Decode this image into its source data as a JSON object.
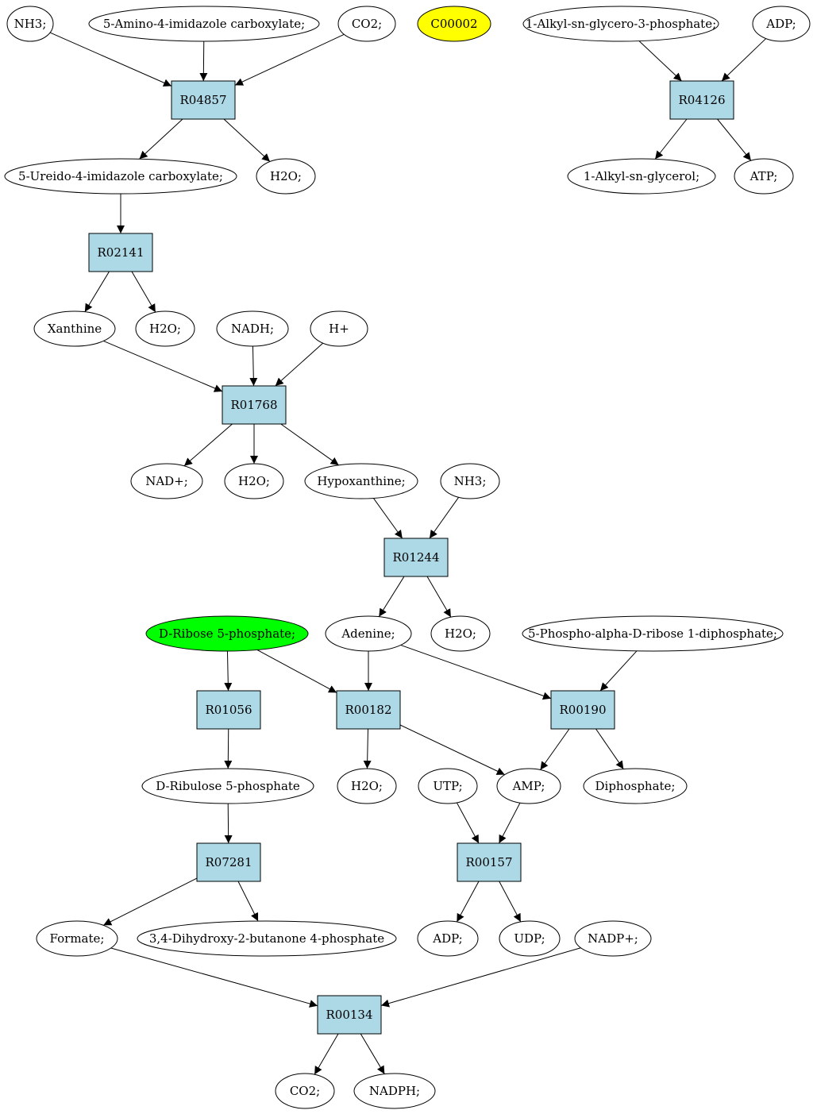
{
  "colors": {
    "reaction_fill": "#add8e6",
    "compound_fill": "#ffffff",
    "yellow_fill": "#ffff00",
    "green_fill": "#00ff00",
    "stroke": "#000000"
  },
  "nodes": [
    {
      "id": "nh3_a",
      "label": "NH3;",
      "kind": "compound"
    },
    {
      "id": "amino_imid",
      "label": "5-Amino-4-imidazole carboxylate;",
      "kind": "compound"
    },
    {
      "id": "co2_a",
      "label": "CO2;",
      "kind": "compound"
    },
    {
      "id": "c00002",
      "label": "C00002",
      "kind": "compound",
      "fill": "yellow"
    },
    {
      "id": "alkyl_glycero3p",
      "label": "1-Alkyl-sn-glycero-3-phosphate;",
      "kind": "compound"
    },
    {
      "id": "adp_a",
      "label": "ADP;",
      "kind": "compound"
    },
    {
      "id": "R04857",
      "label": "R04857",
      "kind": "reaction"
    },
    {
      "id": "R04126",
      "label": "R04126",
      "kind": "reaction"
    },
    {
      "id": "ureido_imid",
      "label": "5-Ureido-4-imidazole carboxylate;",
      "kind": "compound"
    },
    {
      "id": "h2o_a",
      "label": "H2O;",
      "kind": "compound"
    },
    {
      "id": "alkyl_glycerol",
      "label": "1-Alkyl-sn-glycerol;",
      "kind": "compound"
    },
    {
      "id": "atp",
      "label": "ATP;",
      "kind": "compound"
    },
    {
      "id": "R02141",
      "label": "R02141",
      "kind": "reaction"
    },
    {
      "id": "xanthine",
      "label": "Xanthine",
      "kind": "compound"
    },
    {
      "id": "h2o_b",
      "label": "H2O;",
      "kind": "compound"
    },
    {
      "id": "nadh",
      "label": "NADH;",
      "kind": "compound"
    },
    {
      "id": "hplus",
      "label": "H+",
      "kind": "compound"
    },
    {
      "id": "R01768",
      "label": "R01768",
      "kind": "reaction"
    },
    {
      "id": "nadplus",
      "label": "NAD+;",
      "kind": "compound"
    },
    {
      "id": "h2o_c",
      "label": "H2O;",
      "kind": "compound"
    },
    {
      "id": "hypoxanthine",
      "label": "Hypoxanthine;",
      "kind": "compound"
    },
    {
      "id": "nh3_b",
      "label": "NH3;",
      "kind": "compound"
    },
    {
      "id": "R01244",
      "label": "R01244",
      "kind": "reaction"
    },
    {
      "id": "ribose5p",
      "label": "D-Ribose 5-phosphate;",
      "kind": "compound",
      "fill": "green"
    },
    {
      "id": "adenine",
      "label": "Adenine;",
      "kind": "compound"
    },
    {
      "id": "h2o_d",
      "label": "H2O;",
      "kind": "compound"
    },
    {
      "id": "prpp",
      "label": "5-Phospho-alpha-D-ribose 1-diphosphate;",
      "kind": "compound"
    },
    {
      "id": "R01056",
      "label": "R01056",
      "kind": "reaction"
    },
    {
      "id": "R00182",
      "label": "R00182",
      "kind": "reaction"
    },
    {
      "id": "R00190",
      "label": "R00190",
      "kind": "reaction"
    },
    {
      "id": "ribulose5p",
      "label": "D-Ribulose 5-phosphate",
      "kind": "compound"
    },
    {
      "id": "h2o_e",
      "label": "H2O;",
      "kind": "compound"
    },
    {
      "id": "utp",
      "label": "UTP;",
      "kind": "compound"
    },
    {
      "id": "amp",
      "label": "AMP;",
      "kind": "compound"
    },
    {
      "id": "diphosphate",
      "label": "Diphosphate;",
      "kind": "compound"
    },
    {
      "id": "R07281",
      "label": "R07281",
      "kind": "reaction"
    },
    {
      "id": "R00157",
      "label": "R00157",
      "kind": "reaction"
    },
    {
      "id": "formate",
      "label": "Formate;",
      "kind": "compound"
    },
    {
      "id": "dihydroxybutanone",
      "label": "3,4-Dihydroxy-2-butanone 4-phosphate",
      "kind": "compound"
    },
    {
      "id": "adp_b",
      "label": "ADP;",
      "kind": "compound"
    },
    {
      "id": "udp",
      "label": "UDP;",
      "kind": "compound"
    },
    {
      "id": "nadpplus",
      "label": "NADP+;",
      "kind": "compound"
    },
    {
      "id": "R00134",
      "label": "R00134",
      "kind": "reaction"
    },
    {
      "id": "co2_b",
      "label": "CO2;",
      "kind": "compound"
    },
    {
      "id": "nadph",
      "label": "NADPH;",
      "kind": "compound"
    }
  ],
  "edges": [
    [
      "nh3_a",
      "R04857"
    ],
    [
      "amino_imid",
      "R04857"
    ],
    [
      "co2_a",
      "R04857"
    ],
    [
      "R04857",
      "ureido_imid"
    ],
    [
      "R04857",
      "h2o_a"
    ],
    [
      "alkyl_glycero3p",
      "R04126"
    ],
    [
      "adp_a",
      "R04126"
    ],
    [
      "R04126",
      "alkyl_glycerol"
    ],
    [
      "R04126",
      "atp"
    ],
    [
      "ureido_imid",
      "R02141"
    ],
    [
      "R02141",
      "xanthine"
    ],
    [
      "R02141",
      "h2o_b"
    ],
    [
      "xanthine",
      "R01768"
    ],
    [
      "nadh",
      "R01768"
    ],
    [
      "hplus",
      "R01768"
    ],
    [
      "R01768",
      "nadplus"
    ],
    [
      "R01768",
      "h2o_c"
    ],
    [
      "R01768",
      "hypoxanthine"
    ],
    [
      "hypoxanthine",
      "R01244"
    ],
    [
      "nh3_b",
      "R01244"
    ],
    [
      "R01244",
      "adenine"
    ],
    [
      "R01244",
      "h2o_d"
    ],
    [
      "ribose5p",
      "R01056"
    ],
    [
      "ribose5p",
      "R00182"
    ],
    [
      "adenine",
      "R00182"
    ],
    [
      "adenine",
      "R00190"
    ],
    [
      "prpp",
      "R00190"
    ],
    [
      "R01056",
      "ribulose5p"
    ],
    [
      "R00182",
      "h2o_e"
    ],
    [
      "R00182",
      "amp"
    ],
    [
      "R00190",
      "amp"
    ],
    [
      "R00190",
      "diphosphate"
    ],
    [
      "ribulose5p",
      "R07281"
    ],
    [
      "utp",
      "R00157"
    ],
    [
      "amp",
      "R00157"
    ],
    [
      "R07281",
      "formate"
    ],
    [
      "R07281",
      "dihydroxybutanone"
    ],
    [
      "R00157",
      "adp_b"
    ],
    [
      "R00157",
      "udp"
    ],
    [
      "formate",
      "R00134"
    ],
    [
      "nadpplus",
      "R00134"
    ],
    [
      "R00134",
      "co2_b"
    ],
    [
      "R00134",
      "nadph"
    ]
  ]
}
